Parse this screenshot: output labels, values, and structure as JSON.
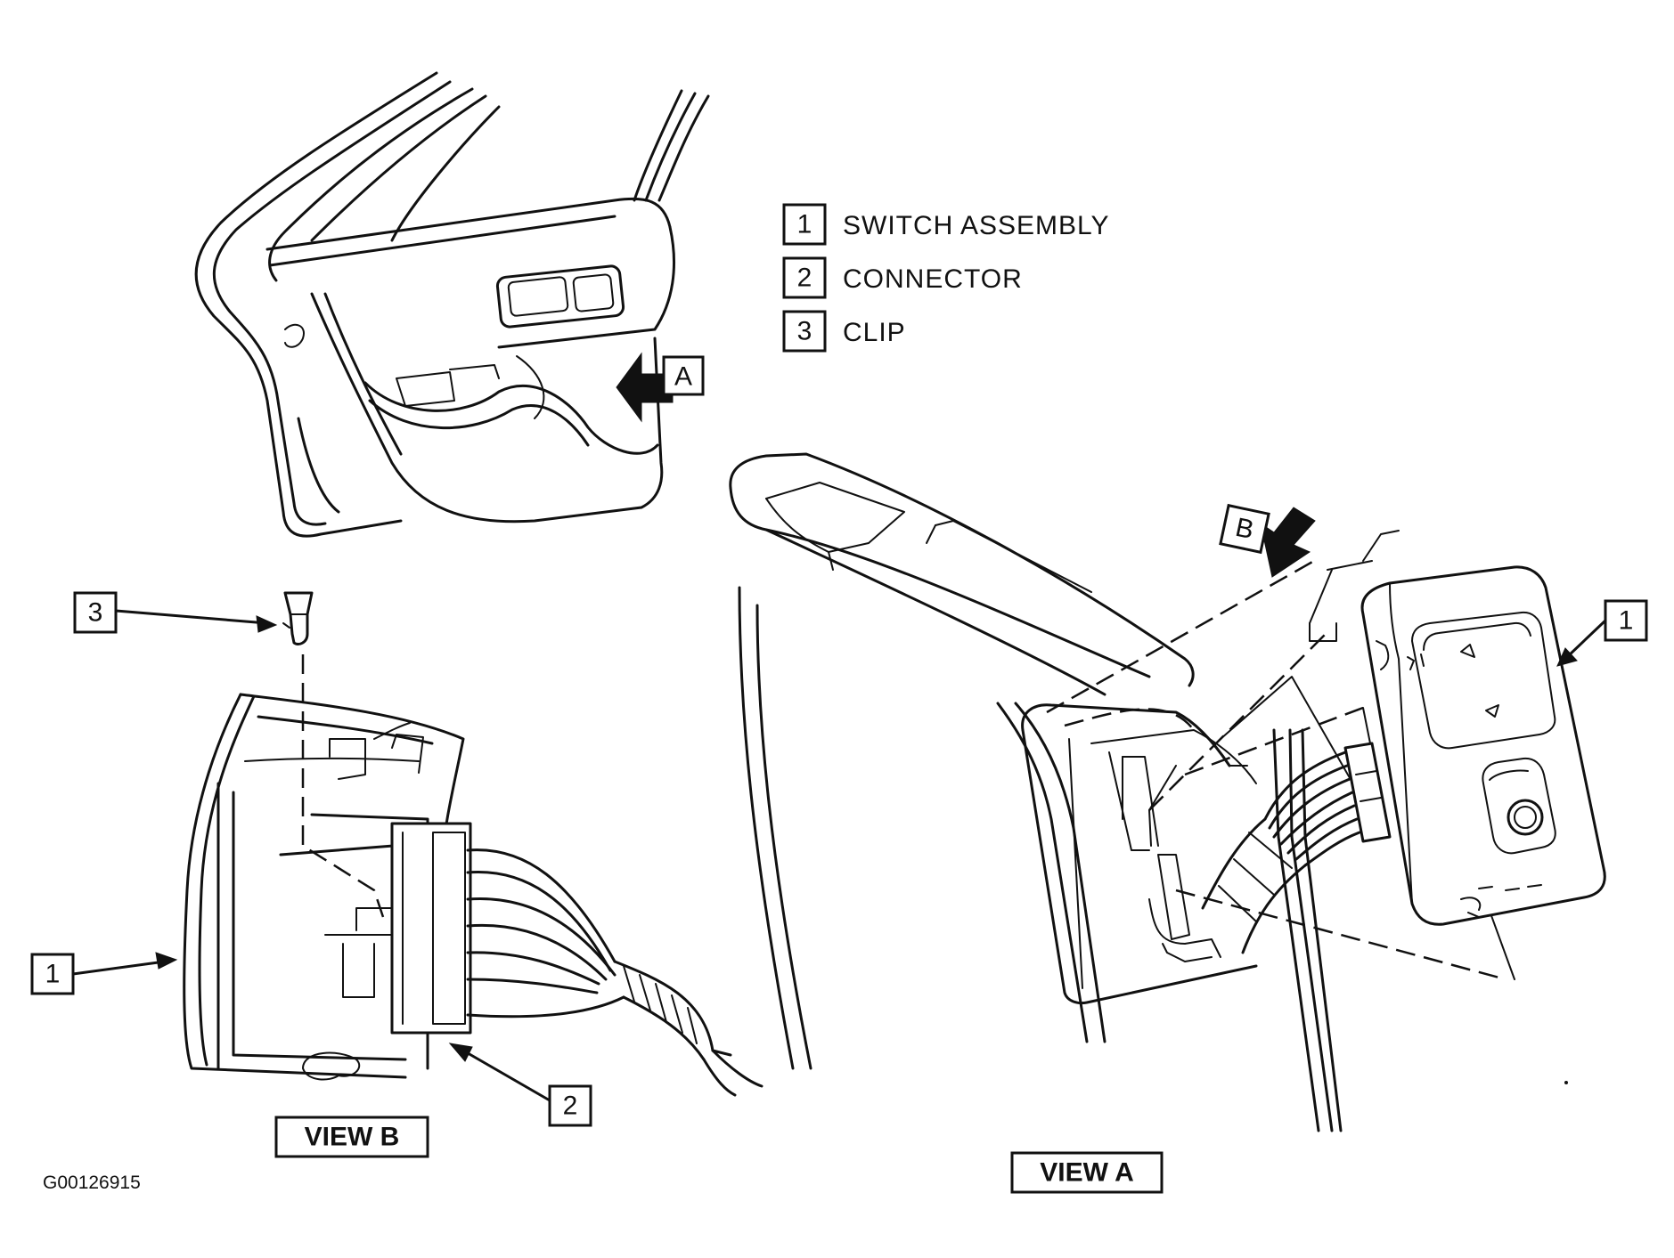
{
  "legend": {
    "items": [
      {
        "num": "1",
        "label": "SWITCH ASSEMBLY"
      },
      {
        "num": "2",
        "label": "CONNECTOR"
      },
      {
        "num": "3",
        "label": "CLIP"
      }
    ]
  },
  "arrows": {
    "view_a": "A",
    "view_b": "B"
  },
  "view_b": {
    "title": "VIEW B",
    "callouts": {
      "clip": "3",
      "switch": "1",
      "connector": "2"
    }
  },
  "view_a": {
    "title": "VIEW A",
    "callouts": {
      "switch": "1"
    }
  },
  "figure_id": "G00126915"
}
